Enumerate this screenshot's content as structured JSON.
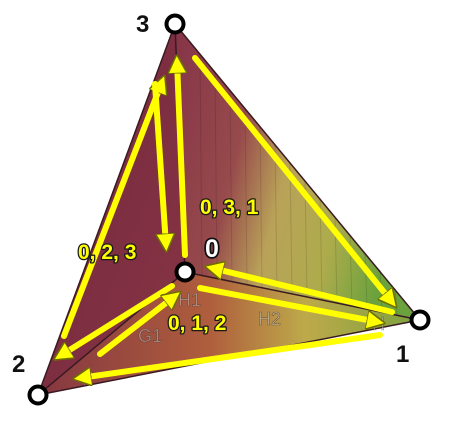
{
  "vertices": [
    {
      "label": "0"
    },
    {
      "label": "1"
    },
    {
      "label": "2"
    },
    {
      "label": "3"
    }
  ],
  "face_labels": [
    {
      "label": "0, 3, 1"
    },
    {
      "label": "0, 2, 3"
    },
    {
      "label": "0, 1, 2"
    }
  ],
  "watermark_labels": [
    "H1",
    "H2",
    "G1",
    "F",
    "H"
  ],
  "colors": {
    "arrow": "#ffff00",
    "arrow_outline": "#777700",
    "edge": "#3a1a22",
    "face_dark": "#7a2238",
    "face_mid": "#9a4a36",
    "face_yellow": "#b8a640",
    "face_green": "#6f9a2e",
    "vertex_ring": "#000000"
  }
}
